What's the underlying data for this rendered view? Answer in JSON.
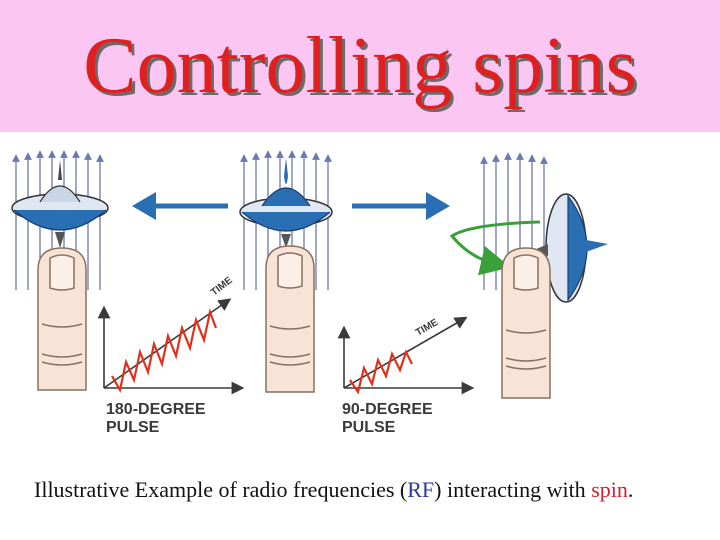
{
  "slide": {
    "title": "Controlling spins",
    "caption": {
      "part1": "Illustrative Example of radio frequencies (",
      "rf": "RF",
      "part2": ")  interacting with ",
      "spin": "spin",
      "part3": "."
    }
  },
  "figure": {
    "pulse_180_line1": "180-DEGREE",
    "pulse_180_line2": "PULSE",
    "pulse_90_line1": "90-DEGREE",
    "pulse_90_line2": "PULSE",
    "time_label_1": "TIME",
    "time_label_2": "TIME"
  },
  "colors": {
    "title_band": "#fcc6f2",
    "title_text": "#e0201e",
    "rf": "#2b3a9a",
    "spin": "#d3202a",
    "top_blue": "#2a6fb4",
    "wave_red": "#e0301e",
    "arrow_green": "#3aa03a"
  }
}
